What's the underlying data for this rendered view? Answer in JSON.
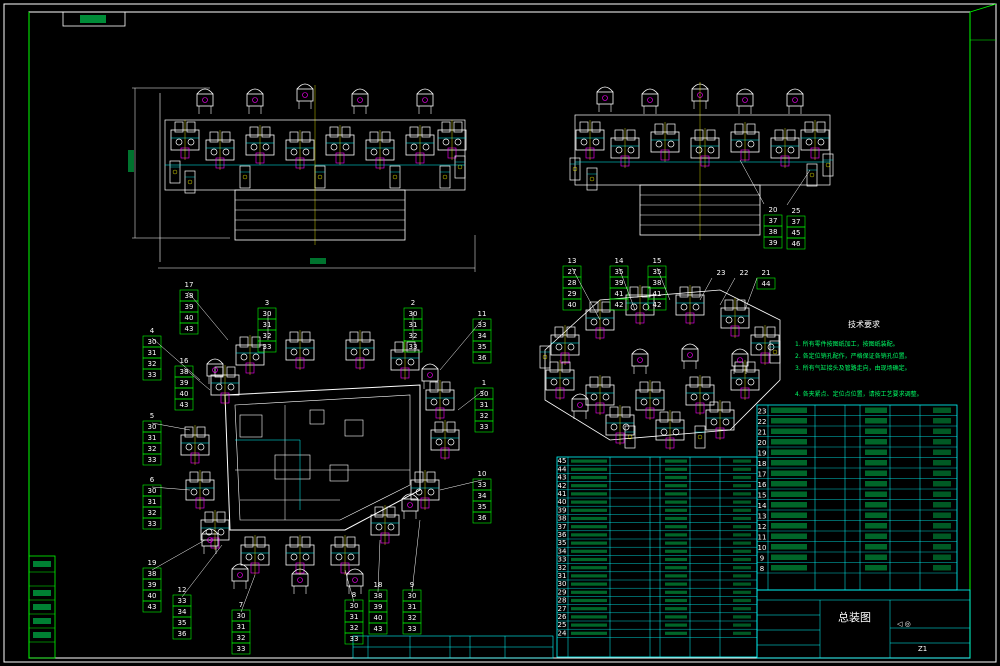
{
  "drawing": {
    "title": "总装图",
    "stamp_label": "Z1",
    "tech_heading": "技术要求",
    "tech_lines": [
      "1. 所有零件按图纸加工，按图纸装配。",
      "2. 各定位销孔配作，严格保证各销孔位置。",
      "3. 所有气缸接头及管路走向，由现场确定。",
      "4. 各夹紧点、定位点位置，请按工艺要求调整。"
    ]
  },
  "balloons": {
    "b1": [
      "1",
      "30",
      "31",
      "32",
      "33"
    ],
    "b3": [
      "3",
      "30",
      "31",
      "32",
      "33"
    ],
    "b2": [
      "2",
      "30",
      "31",
      "32",
      "33"
    ],
    "b11": [
      "11",
      "33",
      "34",
      "35",
      "36"
    ],
    "b4": [
      "4",
      "30",
      "31",
      "32",
      "33"
    ],
    "b16": [
      "16",
      "38",
      "39",
      "40",
      "43"
    ],
    "b17": [
      "17",
      "38",
      "39",
      "40",
      "43"
    ],
    "b5": [
      "5",
      "30",
      "31",
      "32",
      "33"
    ],
    "b6": [
      "6",
      "30",
      "31",
      "32",
      "33"
    ],
    "b10": [
      "10",
      "33",
      "34",
      "35",
      "36"
    ],
    "b19": [
      "19",
      "38",
      "39",
      "40",
      "43"
    ],
    "b12": [
      "12",
      "33",
      "34",
      "35",
      "36"
    ],
    "b7": [
      "7",
      "30",
      "31",
      "32",
      "33"
    ],
    "b8": [
      "8",
      "30",
      "31",
      "32",
      "33"
    ],
    "b18": [
      "18",
      "38",
      "39",
      "40",
      "43"
    ],
    "b9": [
      "9",
      "30",
      "31",
      "32",
      "33"
    ],
    "b20": [
      "20",
      "37",
      "38",
      "39"
    ],
    "b25": [
      "25",
      "37",
      "45",
      "46"
    ],
    "b13": [
      "13",
      "27",
      "28",
      "29",
      "40"
    ],
    "b14": [
      "14",
      "35",
      "39",
      "41",
      "42"
    ],
    "b15": [
      "15",
      "35",
      "38",
      "41",
      "42"
    ],
    "b23": [
      "23"
    ],
    "b22": [
      "22"
    ],
    "b21": [
      "21",
      "44"
    ]
  },
  "bom_left_rows": [
    "45",
    "44",
    "43",
    "42",
    "41",
    "40",
    "39",
    "38",
    "37",
    "36",
    "35",
    "34",
    "33",
    "32",
    "31",
    "30",
    "29",
    "28",
    "27",
    "26",
    "25",
    "24"
  ],
  "bom_right_rows": [
    "23",
    "22",
    "21",
    "20",
    "19",
    "18",
    "17",
    "16",
    "15",
    "14",
    "13",
    "12",
    "11",
    "10",
    "9",
    "8"
  ],
  "colors": {
    "background": "#000000",
    "frame": "#ffffff",
    "outline": "#00ff00",
    "accent": "#ff00ff",
    "table": "#00ffff",
    "text": "#ffffff",
    "green_text": "#00ff66"
  }
}
